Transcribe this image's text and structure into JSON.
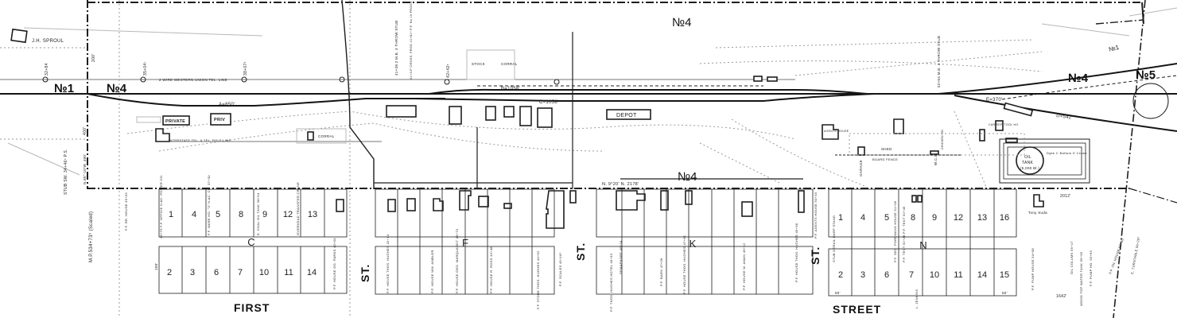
{
  "track_numbers": {
    "no1_left": "№1",
    "no4_left": "№4",
    "no4_top": "№4",
    "no4_bottom": "№4",
    "no4_right": "№4",
    "no5_right": "№5",
    "no1_right": "№1"
  },
  "labels": {
    "sproul": "J.H. SPROUL",
    "telegraph": "2 WIRE WESTERN UNION TEL. LINE",
    "interstate": "INTERSTATE TEL. & TEL. POLE LINE",
    "curve_a": "A=850'",
    "curve_b": "B=1058'",
    "curve_c": "C=1058'",
    "curve_d": "D=542'",
    "curve_e": "E=370'",
    "private": "PRIVATE",
    "priv": "PRIV",
    "corral": "CORRAL",
    "stock_corral_1": "STOCK",
    "stock_corral_2": "CORRAL",
    "depot": "DEPOT",
    "oil_tank_1": "OIL",
    "oil_tank_2": "TANK",
    "oil_tank_3": "(5,000 Bl.)",
    "dyke": "Dyke 1' Bottom 3' Crown",
    "garage": "GARAGE",
    "shed": "SHED",
    "board_fence": "BOARD FENCE",
    "wcd": "W.C.D.",
    "chicken": "CHICKEN HO.",
    "car_rep": "CAR REP. TOOL HO.",
    "agents": "AGENTS HOUSE",
    "tony": "Tony Suda",
    "stub_sw": "STUB SW. 34+46⁴ P.S.",
    "bearing_left": "N.80°-10'W. 400'",
    "mp": "M.P.534+73⁹ (Scaled)",
    "bearing_bottom": "N. 9°20' N. 2178'",
    "dist_2012": "2012'",
    "dist_1642": "1642'",
    "throw_stub_1": "41+38.2 M.B. 3 THROW STUB",
    "frogs": "41+44⁸ CROSS. FROG  41+81⁴ P.F. No 10 FROGS",
    "throw_stub_2": "52+04 M.B. 3 THROW STUB",
    "sta_35": "35+04⁷",
    "sta_38": "38+07²",
    "sta_42": "42+42⁸",
    "sta_32": "32+84",
    "dim_200": "200'",
    "dim_400": "400'",
    "dim_100": "100'",
    "dim_50a": "50'",
    "dim_50b": "50'"
  },
  "lot_notes": [
    "F.F. RR. HOUSE 35+63",
    "36+75 F.F. OFFICE N.&C. POWER CO.",
    "F.F. WARE HO. \"3\" N.&C. CO. 37+30",
    "E. COAL OIL TANK 38+54",
    "OVERHEAD TRANSFER CRANE",
    "P.F. HOUSE GO. PARKS 40+04",
    "P.F. HOUSE THOS. HUGHES 42+14",
    "P.F. HOUSE WM. AMBLER",
    "P.F. HOUSE GEO. MARQUARDT 43+73",
    "P.F. HOUSE R. ROSS 43+48",
    "F.F. STORE THOS. HUGHES 44+52",
    "P.F. SCALES 45+18⁵",
    "P.F. THOS. HUGHES HOTEL 45+93",
    "SEMAPHORE 46+34",
    "P.F. BARN 47+06",
    "P.F. HOUSE THOS. HUGHES 47+61",
    "P.F. HOUSE W. AMAN 49+12",
    "P.F. HOUSE THOS. HUGHES 49+98",
    "P.F. AGENTS HOUSE 50+33",
    "STUB DERAIL HARP STAND",
    "P.F. SEC. FOREMANS HOUSE 51+06",
    "P.F. TENT 52+28  P.F. TENT 52+45",
    "L. JENKINS",
    "P.F. PUMP HOUSE 54+58",
    "F.F. OIL HOUSE 55+80",
    "OIL COLUMN 55+17",
    "WOOD TOP WATER TANK 55+55",
    "F.F. PUMP HO. 55+63",
    "E. TURNTABLE 56+20⁵"
  ],
  "blocks": {
    "c": {
      "letter": "C",
      "top": [
        "1",
        "4",
        "5",
        "8",
        "9",
        "12",
        "13"
      ],
      "bottom": [
        "2",
        "3",
        "6",
        "7",
        "10",
        "11",
        "14"
      ]
    },
    "f": {
      "letter": "F"
    },
    "k": {
      "letter": "K"
    },
    "n": {
      "letter": "N",
      "top": [
        "1",
        "4",
        "5",
        "8",
        "9",
        "12",
        "13",
        "16"
      ],
      "bottom": [
        "2",
        "3",
        "6",
        "7",
        "10",
        "11",
        "14",
        "15"
      ]
    }
  },
  "streets": {
    "first": "FIRST",
    "street": "STREET",
    "st_1": "ST.",
    "st_2": "ST.",
    "st_3": "ST."
  }
}
